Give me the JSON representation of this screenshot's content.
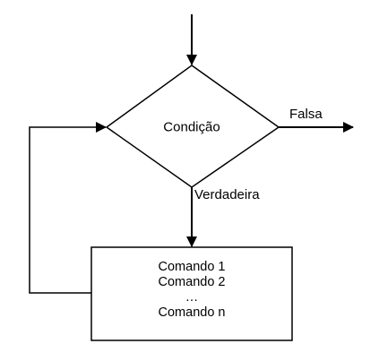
{
  "diagram": {
    "nodes": {
      "condition": {
        "shape": "diamond",
        "label": "Condição"
      },
      "commands": {
        "shape": "rectangle",
        "lines": [
          "Comando 1",
          "Comando 2",
          "…",
          "Comando n"
        ]
      }
    },
    "edges": {
      "entry": {
        "to": "condition",
        "label": ""
      },
      "false_branch": {
        "from": "condition",
        "label": "Falsa"
      },
      "true_branch": {
        "from": "condition",
        "to": "commands",
        "label": "Verdadeira"
      },
      "loop_back": {
        "from": "commands",
        "to": "condition",
        "label": ""
      }
    },
    "colors": {
      "stroke": "#000000",
      "background": "#ffffff"
    }
  }
}
